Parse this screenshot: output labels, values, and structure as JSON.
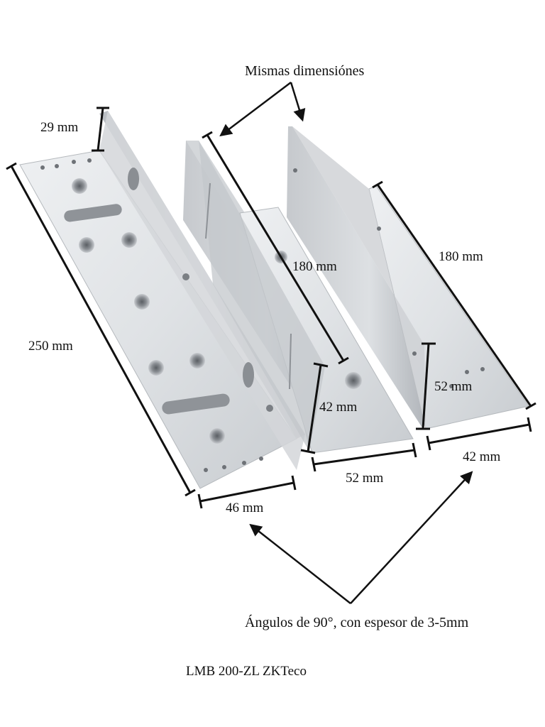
{
  "labels": {
    "same_dimensions": "Mismas dimensiónes",
    "angles_note": "Ángulos de 90°, con espesor de 3-5mm",
    "product_name": "LMB 200-ZL ZKTeco"
  },
  "dimensions": {
    "left_flange_height": "29 mm",
    "left_length": "250 mm",
    "left_width": "46 mm",
    "z_length": "180 mm",
    "z_height": "42 mm",
    "z_width": "52 mm",
    "l_length": "180 mm",
    "l_height": "52 mm",
    "l_width": "42 mm"
  },
  "colors": {
    "metal_light": "#e4e6e8",
    "metal_mid": "#c9cccf",
    "metal_dark": "#9a9ea3",
    "hole": "#6e7277",
    "ink": "#111111"
  }
}
